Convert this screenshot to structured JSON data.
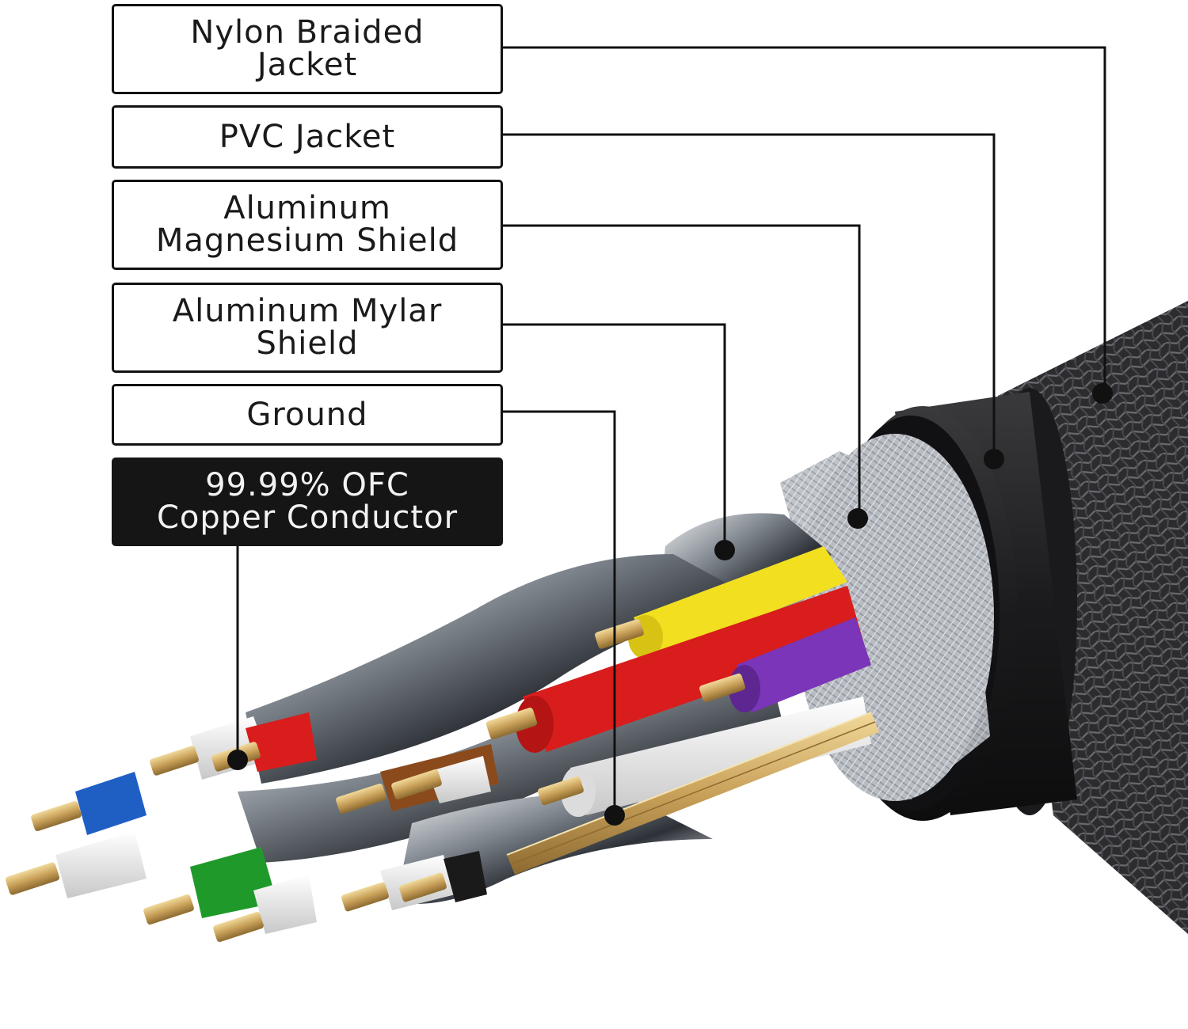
{
  "labels": [
    {
      "text": "Nylon Braided\nJacket"
    },
    {
      "text": "PVC Jacket"
    },
    {
      "text": "Aluminum\nMagnesium Shield"
    },
    {
      "text": "Aluminum Mylar\nShield"
    },
    {
      "text": "Ground"
    },
    {
      "text": "99.99% OFC\nCopper Conductor",
      "highlight": true
    }
  ],
  "colors": {
    "box_border": "#111111",
    "highlight_box": "#151515",
    "leader_line": "#111111",
    "braid": "#2c2c2e",
    "pvc_jacket": "#1d1d1f",
    "shield_foil": "#b8bcc2",
    "wire_yellow": "#f2df1f",
    "wire_red": "#d91c1c",
    "wire_purple": "#7a35b8",
    "wire_blue": "#1f5fc4",
    "wire_green": "#1f9a2a",
    "wire_brown": "#8a4a1c",
    "wire_white": "#f4f4f4",
    "copper_strand": "#c9a15a"
  },
  "icons": [
    "cable-cross-section-illustration"
  ]
}
